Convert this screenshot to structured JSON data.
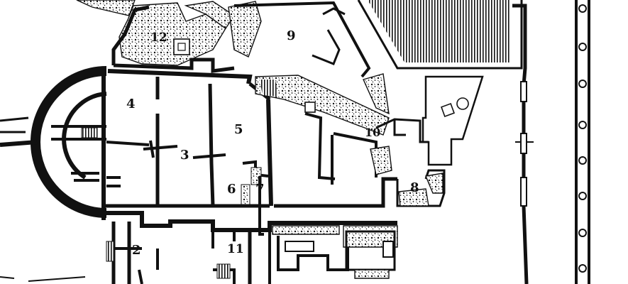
{
  "plan": {
    "room_labels": [
      {
        "id": "2",
        "text": "2"
      },
      {
        "id": "3",
        "text": "3"
      },
      {
        "id": "4",
        "text": "4"
      },
      {
        "id": "5",
        "text": "5"
      },
      {
        "id": "6",
        "text": "6"
      },
      {
        "id": "7",
        "text": "7"
      },
      {
        "id": "8",
        "text": "8"
      },
      {
        "id": "9",
        "text": "9"
      },
      {
        "id": "10",
        "text": "10"
      },
      {
        "id": "11",
        "text": "11"
      },
      {
        "id": "12",
        "text": "12"
      }
    ],
    "colors": {
      "ink": "#111111",
      "paper": "#ffffff"
    }
  }
}
